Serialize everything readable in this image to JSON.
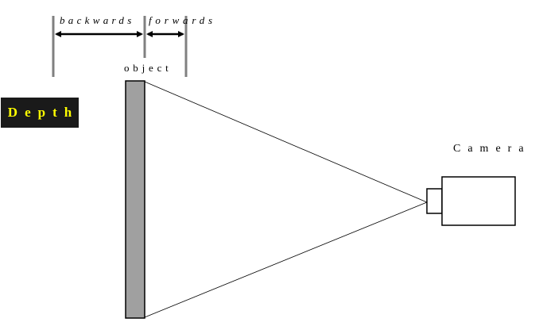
{
  "labels": {
    "backwards": "backwards",
    "forwards": "forwards",
    "object": "object",
    "camera": "Camera",
    "depth": "Depth"
  },
  "colors": {
    "depth_badge_bg": "#1a1a1a",
    "depth_text": "#ffff00",
    "object_fill": "#a0a0a0",
    "marker_lines": "#808080",
    "lines": "#000000"
  }
}
